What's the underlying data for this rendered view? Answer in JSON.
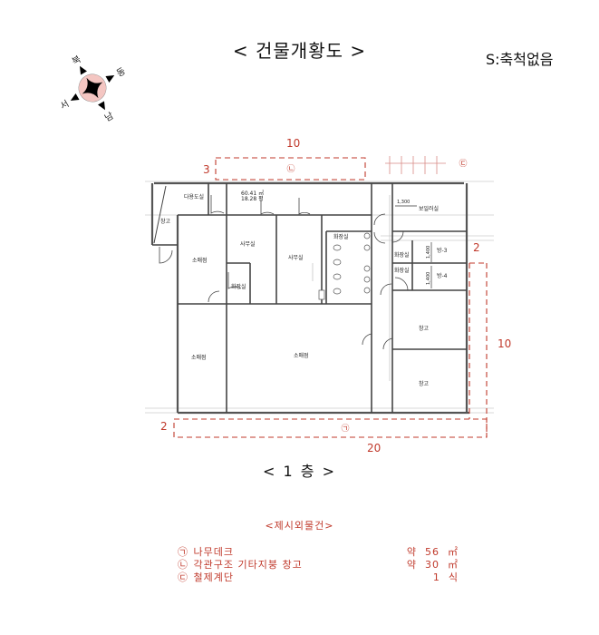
{
  "header": {
    "title": "< 건물개황도 >",
    "scale_note": "S:축척없음"
  },
  "compass": {
    "north": "북",
    "east": "동",
    "west": "서",
    "south": "남",
    "fill_color": "#f4c6c2"
  },
  "floor_plan": {
    "floor_label": "< 1 층 >",
    "area_note": [
      "60.41 ㎡",
      "18.28 평"
    ],
    "rooms": [
      {
        "id": "storage-nw",
        "label": "창고"
      },
      {
        "id": "multipurpose",
        "label": "다용도실"
      },
      {
        "id": "shop-nw",
        "label": "소매점"
      },
      {
        "id": "office-1",
        "label": "사무실"
      },
      {
        "id": "office-2",
        "label": "사무실"
      },
      {
        "id": "restroom-small",
        "label": "화장실"
      },
      {
        "id": "restroom-main",
        "label": "화장실"
      },
      {
        "id": "boiler-room",
        "label": "보일러실"
      },
      {
        "id": "restroom-3",
        "label": "화장실"
      },
      {
        "id": "restroom-4",
        "label": "화장실"
      },
      {
        "id": "room-3",
        "label": "방-3"
      },
      {
        "id": "room-4",
        "label": "방-4"
      },
      {
        "id": "shop-sw",
        "label": "소매점"
      },
      {
        "id": "shop-center",
        "label": "소매점"
      },
      {
        "id": "storage-e1",
        "label": "창고"
      },
      {
        "id": "storage-e2",
        "label": "창고"
      }
    ],
    "internal_dims": {
      "boiler_width": "1,300",
      "room3_height": "1,400",
      "room4_height": "1,400"
    },
    "annex_marks": {
      "deck": "㉠",
      "storage": "㉡",
      "stairs": "㉢"
    },
    "dimensions": {
      "storage_width": "10",
      "storage_depth": "3",
      "deck_depth": "2",
      "deck_width": "20",
      "east_deck_width": "2",
      "east_deck_length": "10"
    },
    "annex_line_color": "#c0392b"
  },
  "legend": {
    "title": "<제시외물건>",
    "items": [
      {
        "mark": "㉠",
        "name": "나무데크",
        "qty": "약  56  ㎡"
      },
      {
        "mark": "㉡",
        "name": "각관구조 기타지붕 창고",
        "qty": "약  30  ㎡"
      },
      {
        "mark": "㉢",
        "name": "철제계단",
        "qty": "1  식"
      }
    ]
  }
}
